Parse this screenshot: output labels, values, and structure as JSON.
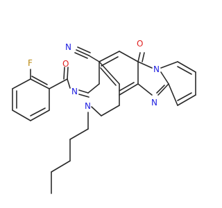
{
  "structure": {
    "atoms": {
      "nitrile_n": "N",
      "carbonyl_o_ring": "O",
      "carbonyl_o_amide": "O",
      "imine_n": "N",
      "ring_n_pentyl": "N",
      "ring_n_bridge": "N",
      "ring_n_pyrimidine": "N",
      "fluorine": "F"
    },
    "colors": {
      "bond": "#2a2a2a",
      "nitrogen": "#2020e0",
      "oxygen": "#e02020",
      "fluorine": "#b8860b"
    }
  }
}
